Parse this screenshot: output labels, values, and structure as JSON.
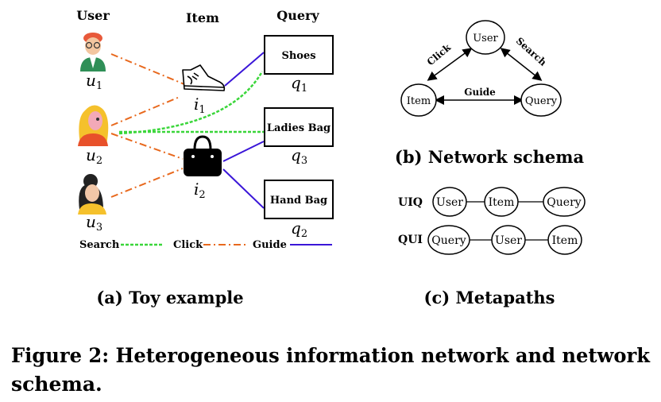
{
  "toy": {
    "headers": {
      "user": "User",
      "item": "Item",
      "query": "Query"
    },
    "users": [
      {
        "label": "u",
        "sub": "1"
      },
      {
        "label": "u",
        "sub": "2"
      },
      {
        "label": "u",
        "sub": "3"
      }
    ],
    "items": [
      {
        "label": "i",
        "sub": "1"
      },
      {
        "label": "i",
        "sub": "2"
      }
    ],
    "queries": [
      {
        "box": "Shoes",
        "label": "q",
        "sub": "1"
      },
      {
        "box": "Ladies Bag",
        "label": "q",
        "sub": "3"
      },
      {
        "box": "Hand Bag",
        "label": "q",
        "sub": "2"
      }
    ],
    "legend": {
      "search": "Search",
      "click": "Click",
      "guide": "Guide"
    },
    "caption": "(a) Toy example"
  },
  "schema": {
    "nodes": {
      "user": "User",
      "item": "Item",
      "query": "Query"
    },
    "edges": {
      "click": "Click",
      "search": "Search",
      "guide": "Guide"
    },
    "caption": "(b) Network schema"
  },
  "metapaths": {
    "rows": [
      {
        "name": "UIQ",
        "nodes": [
          "User",
          "Item",
          "Query"
        ]
      },
      {
        "name": "QUI",
        "nodes": [
          "Query",
          "User",
          "Item"
        ]
      }
    ],
    "caption": "(c) Metapaths"
  },
  "figure_caption": {
    "line1": "Figure 2: Heterogeneous information network and network",
    "line2": "schema."
  },
  "colors": {
    "search": "#3ad63a",
    "click": "#e8691e",
    "guide": "#3a16d8"
  }
}
